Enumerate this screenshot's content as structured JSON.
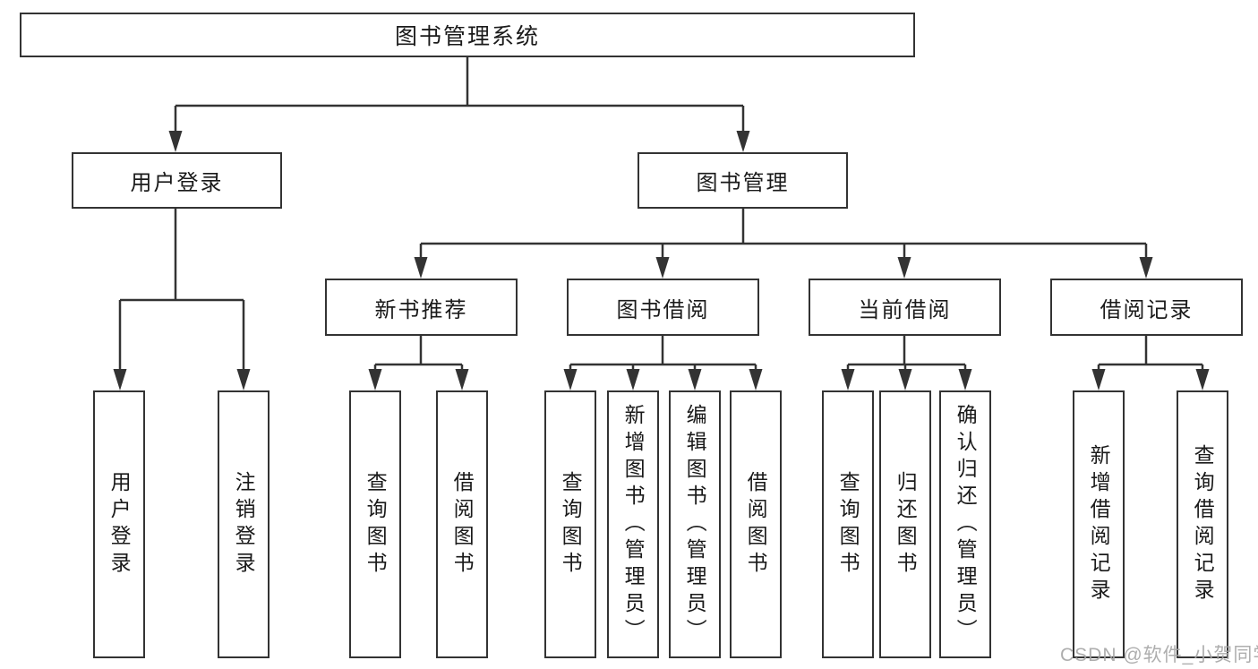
{
  "tree": {
    "root": "图书管理系统",
    "user_login": {
      "label": "用户登录",
      "children": [
        "用户登录",
        "注销登录"
      ]
    },
    "book_management": {
      "label": "图书管理",
      "groups": [
        {
          "label": "新书推荐",
          "children": [
            "查询图书",
            "借阅图书"
          ]
        },
        {
          "label": "图书借阅",
          "children": [
            "查询图书",
            "新增图书（管理员）",
            "编辑图书（管理员）",
            "借阅图书"
          ]
        },
        {
          "label": "当前借阅",
          "children": [
            "查询图书",
            "归还图书",
            "确认归还（管理员）"
          ]
        },
        {
          "label": "借阅记录",
          "children": [
            "新增借阅记录",
            "查询借阅记录"
          ]
        }
      ]
    }
  },
  "watermark": "CSDN @软件_小贺同学",
  "colors": {
    "line": "#333333",
    "text": "#1a1a1a",
    "watermark": "#a5a5a5",
    "background": "#ffffff"
  }
}
